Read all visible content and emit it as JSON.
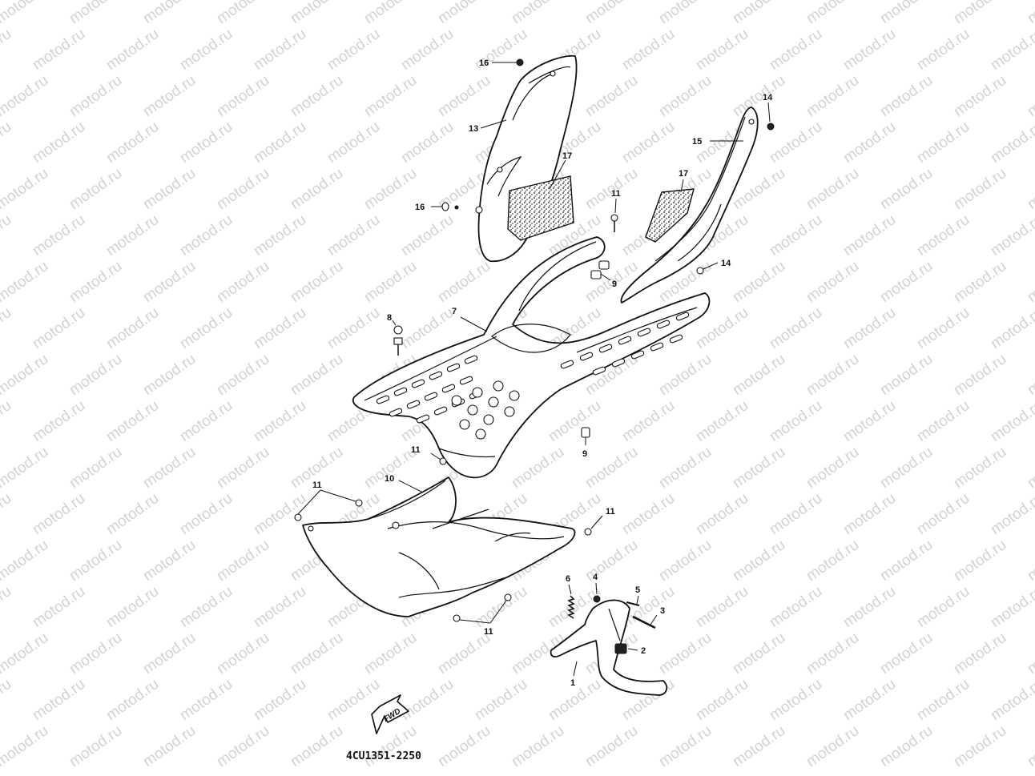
{
  "watermark": "motod.ru",
  "diagram_code": "4CU1351-2250",
  "fwd_label": "FWD",
  "callouts": {
    "c1": "1",
    "c2": "2",
    "c3": "3",
    "c4": "4",
    "c5": "5",
    "c6": "6",
    "c7": "7",
    "c8": "8",
    "c9a": "9",
    "c9b": "9",
    "c10": "10",
    "c11a": "11",
    "c11b": "11",
    "c11c": "11",
    "c11d": "11",
    "c11e": "11",
    "c13": "13",
    "c14a": "14",
    "c14b": "14",
    "c15": "15",
    "c16a": "16",
    "c16b": "16",
    "c17a": "17",
    "c17b": "17"
  }
}
